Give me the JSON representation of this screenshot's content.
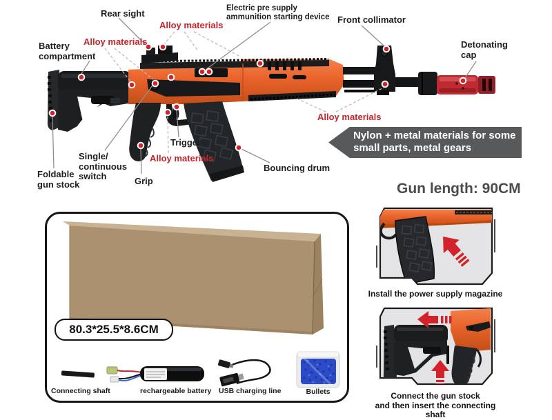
{
  "diagram": {
    "labels": {
      "rear_sight": "Rear sight",
      "alloy_top": "Alloy materials",
      "alloy_left": "Alloy materials",
      "alloy_trigger": "Alloy materials",
      "alloy_barrel": "Alloy materials",
      "electric": "Electric pre supply\nammunition starting device",
      "front_collimator": "Front collimator",
      "battery_compartment": "Battery\ncompartment",
      "detonating_cap": "Detonating\ncap",
      "foldable_stock": "Foldable\ngun stock",
      "switch": "Single/\ncontinuous\nswitch",
      "grip": "Grip",
      "trigger": "Trigger",
      "bouncing_drum": "Bouncing drum"
    },
    "banner": "Nylon + metal materials for some\nsmall parts, metal gears",
    "gun_length": "Gun length: 90CM"
  },
  "package": {
    "dimensions": "80.3*25.5*8.6CM",
    "items": [
      {
        "label": "Connecting shaft"
      },
      {
        "label": "rechargeable battery"
      },
      {
        "label": "USB charging line"
      },
      {
        "label": "Bullets"
      }
    ]
  },
  "instructions": [
    {
      "caption": "Install the power supply magazine"
    },
    {
      "caption": "Connect the gun stock\nand then insert the connecting shaft"
    }
  ],
  "colors": {
    "orange": "#E8622A",
    "red_marker": "#D2232A",
    "red_text": "#C4242B",
    "banner_gray": "#58595B",
    "gun_black": "#1B1D1F"
  }
}
